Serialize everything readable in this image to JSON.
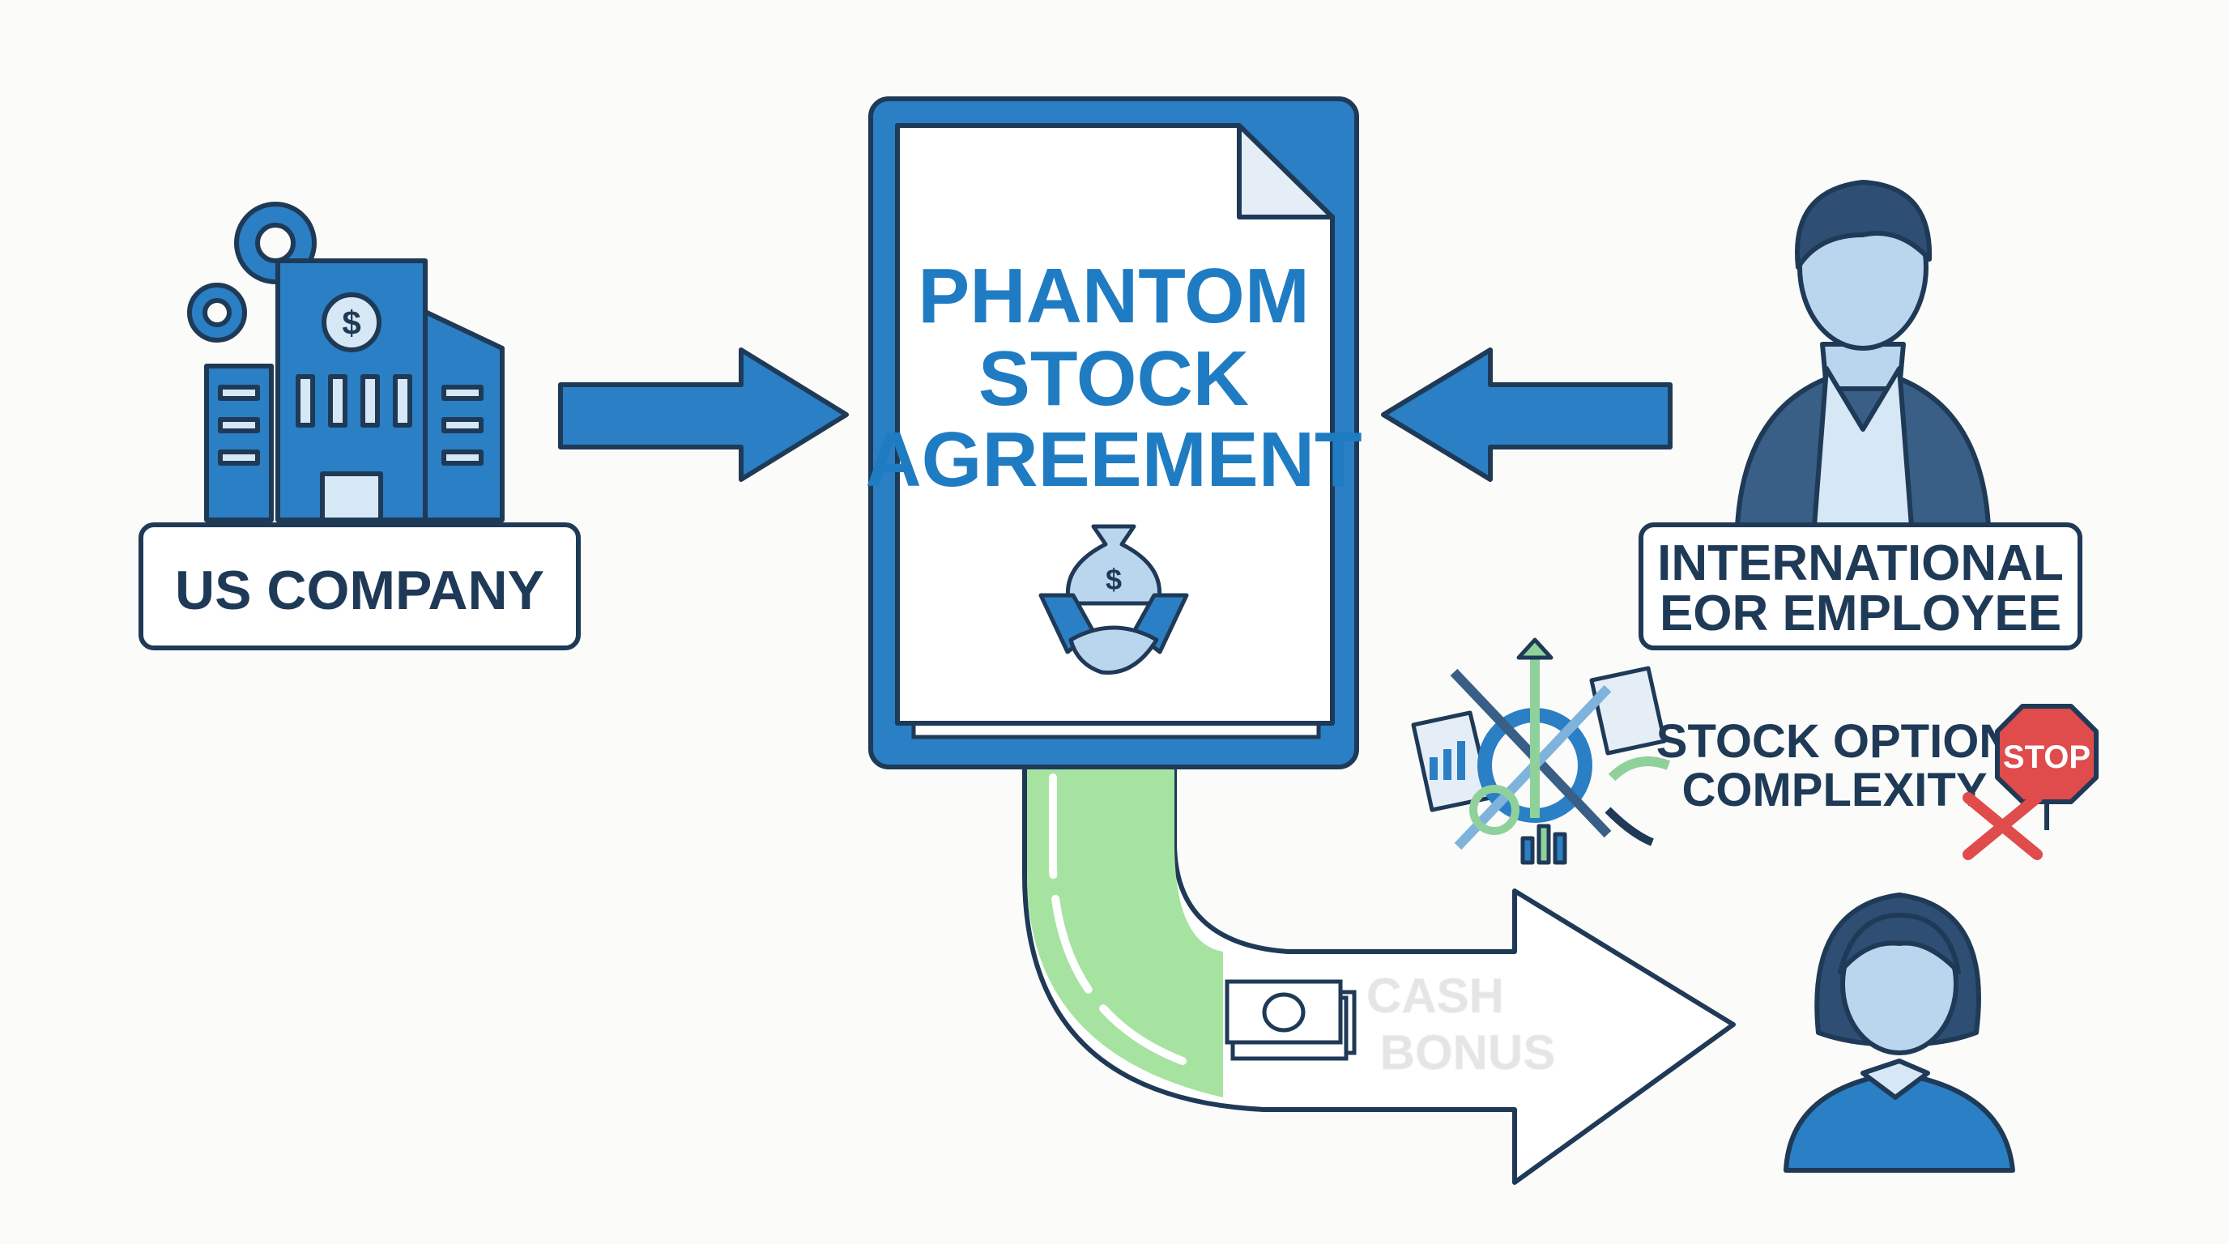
{
  "company": {
    "label": "US COMPANY",
    "icon": "office-building-icon"
  },
  "document": {
    "title_lines": [
      "PHANTOM",
      "STOCK",
      "AGREEMENT"
    ],
    "icon": "money-bag-handshake-icon"
  },
  "employee": {
    "label_lines": [
      "INTERNATIONAL",
      "EOR EMPLOYEE"
    ],
    "icon": "businessman-avatar-icon"
  },
  "complexity": {
    "label_lines": [
      "STOCK OPTION",
      "COMPLEXITY"
    ],
    "stop_sign_text": "STOP"
  },
  "payout": {
    "label_lines": [
      "CASH",
      "BONUS"
    ],
    "icon": "cash-bills-icon",
    "recipient_icon": "woman-avatar-icon"
  },
  "colors": {
    "primary_blue": "#2b7fc4",
    "navy_outline": "#1f3a57",
    "light_blue": "#b9d6ee",
    "green_fill": "#a6e3a0",
    "red_stop": "#e04b4b",
    "background": "#fbfbfa"
  }
}
